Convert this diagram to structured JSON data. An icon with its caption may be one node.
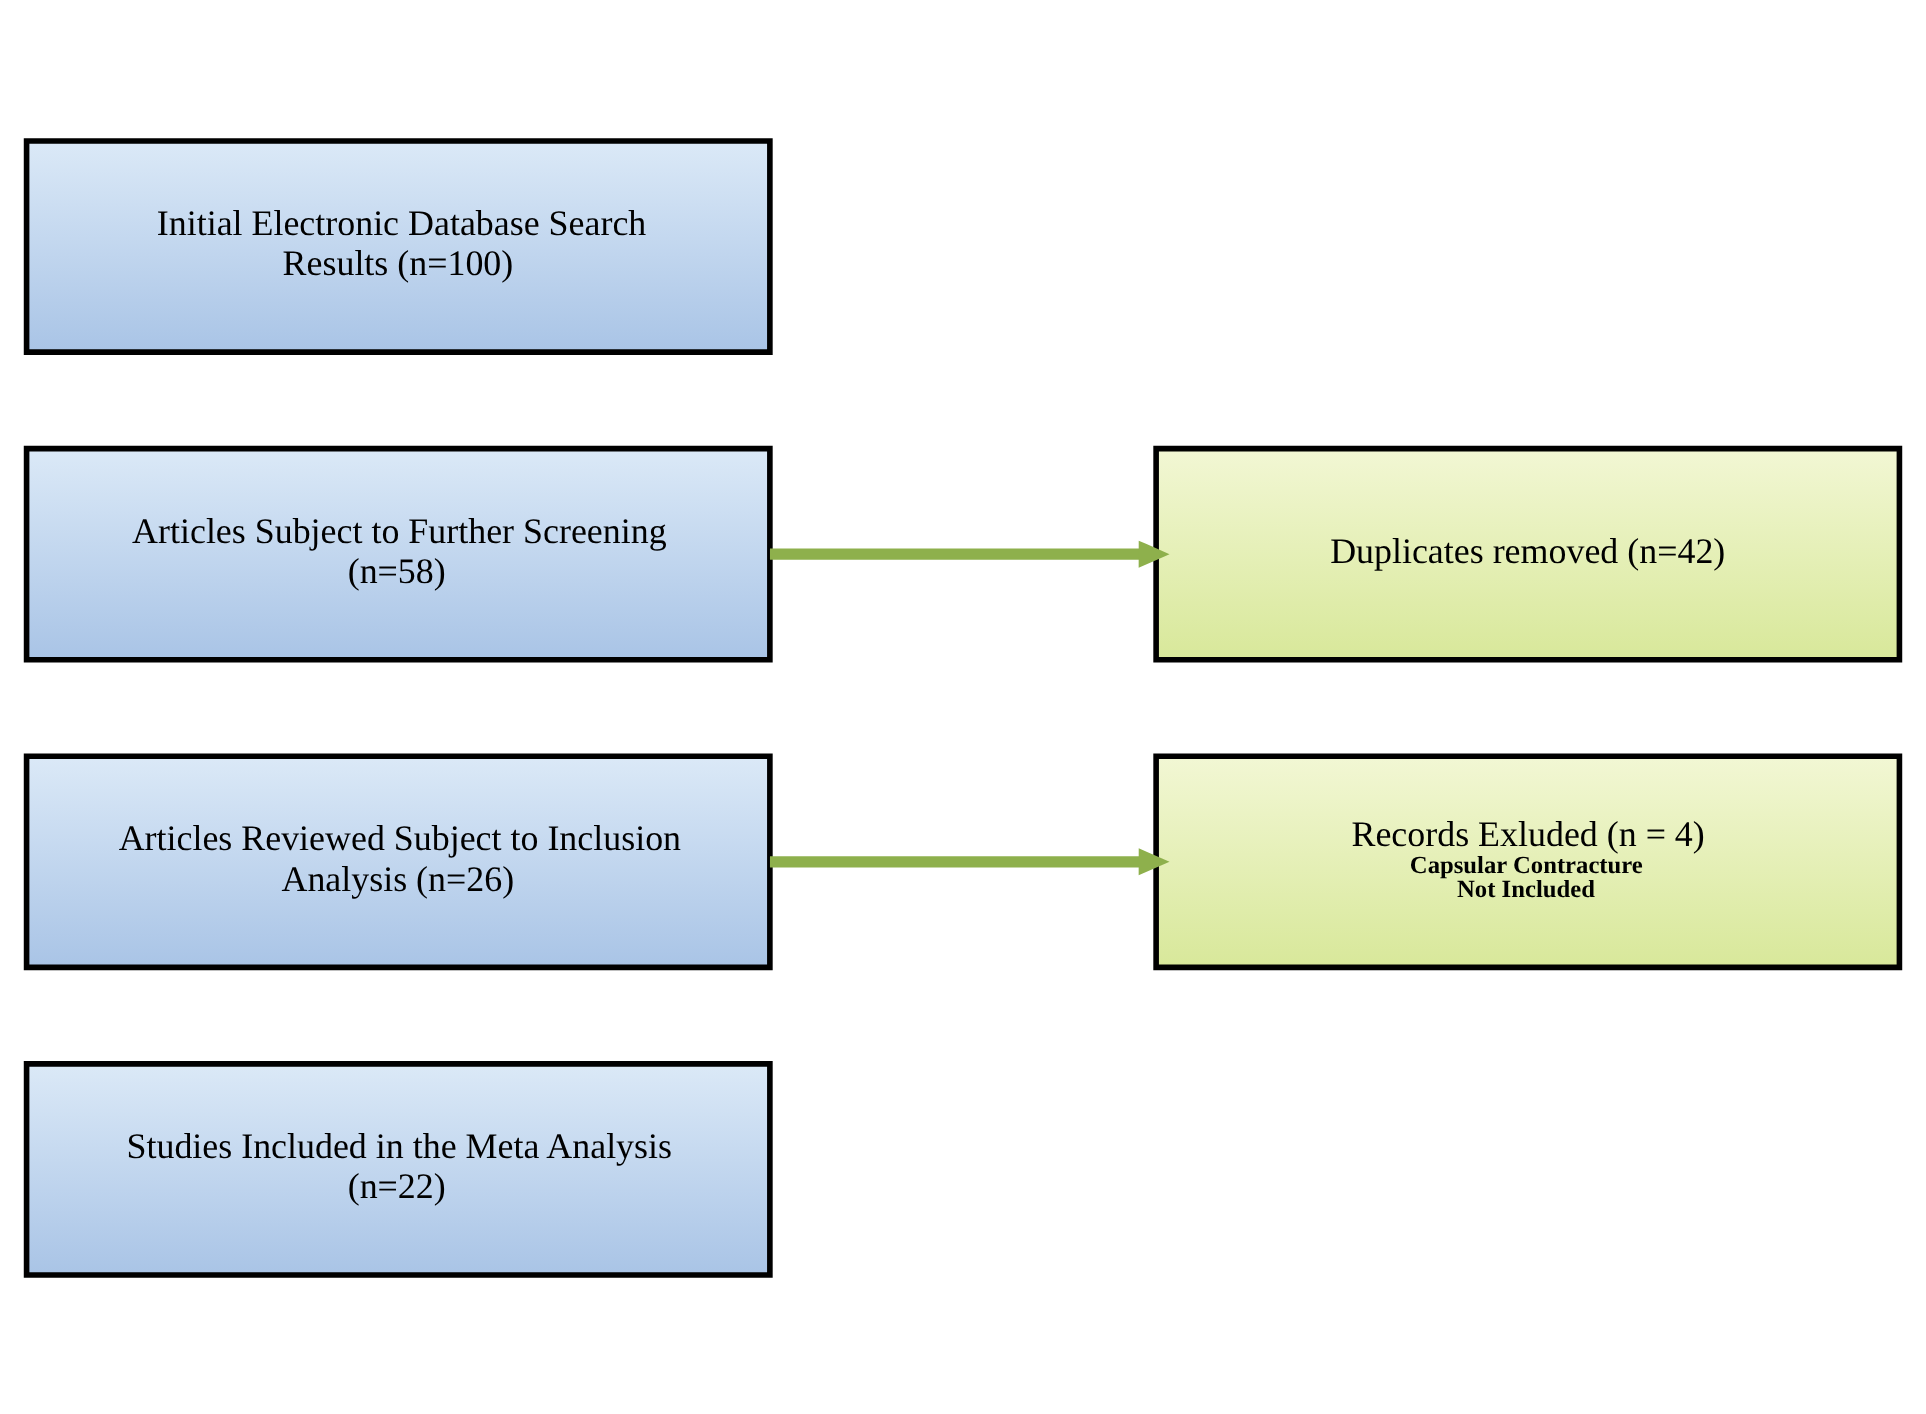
{
  "diagram": {
    "nodes": [
      {
        "text": [
          "Initial Electronic Database Search Results (n=100)"
        ]
      },
      {
        "text": [
          "Articles Subject to Further Screening (n=58)"
        ]
      },
      {
        "text": [
          "Duplicates removed (n=42)"
        ]
      },
      {
        "text": [
          "Articles Reviewed Subject to Inclusion Analysis (n=26)"
        ]
      },
      {
        "text": [
          "Records Exluded (n = 4)",
          "Capsular Contracture Not Included"
        ]
      },
      {
        "text": [
          "Studies Included in the Meta Analysis (n=22)"
        ]
      }
    ],
    "edges": [
      {
        "from": 1,
        "to": 2,
        "arrow": "to"
      },
      {
        "from": 3,
        "to": 4,
        "arrow": "to"
      }
    ]
  }
}
